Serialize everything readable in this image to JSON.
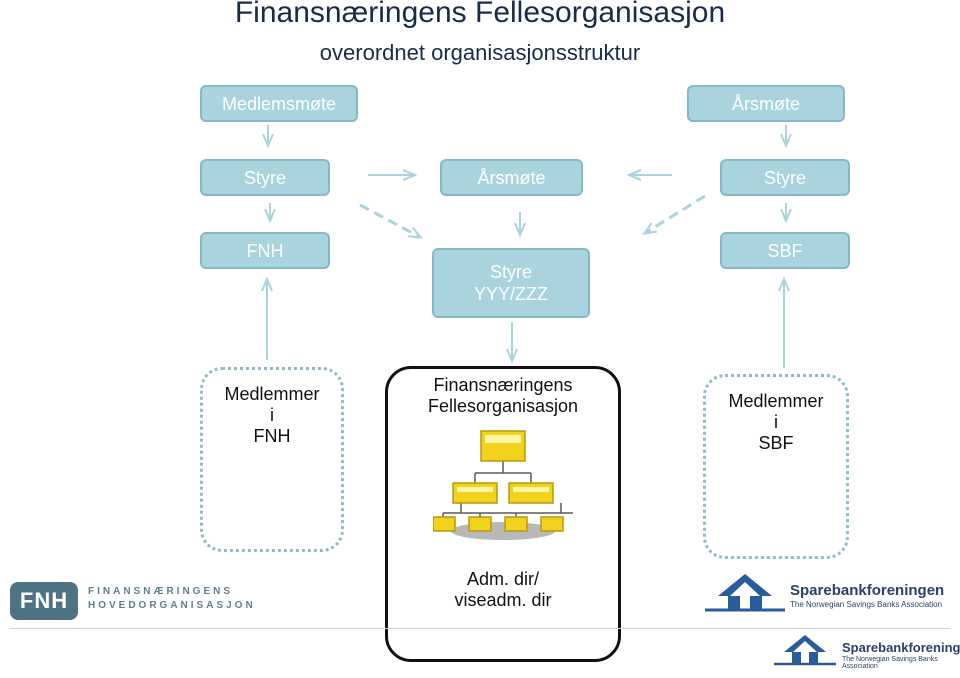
{
  "header": {
    "title": "Finansnæringens Fellesorganisasjon",
    "subtitle": "overordnet organisasjonsstruktur"
  },
  "boxes": {
    "medlemsmote": "Medlemsmøte",
    "arsmote_right": "Årsmøte",
    "styre_left": "Styre",
    "arsmote_center": "Årsmøte",
    "styre_right": "Styre",
    "fnh": "FNH",
    "sbf": "SBF",
    "styre_center_line1": "Styre",
    "styre_center_line2": "YYY/ZZZ"
  },
  "panes": {
    "left": [
      "Medlemmer",
      "i",
      "FNH"
    ],
    "center_top": [
      "Finansnæringens",
      "Fellesorganisasjon"
    ],
    "center_bottom": [
      "Adm. dir/",
      "viseadm. dir"
    ],
    "right": [
      "Medlemmer",
      "i",
      "SBF"
    ]
  },
  "logos": {
    "fnh_mark": "FNH",
    "fnh_line1": "FINANSNÆRINGENS",
    "fnh_line2": "HOVEDORGANISASJON",
    "sbf_name": "Sparebankforeningen",
    "sbf_tagline": "The Norwegian Savings Banks Association"
  },
  "colors": {
    "box_fill": "#a9d3dd",
    "arrow": "#a9d3dd",
    "title": "#1a2a4a",
    "org_icon": "#f2d21c"
  }
}
